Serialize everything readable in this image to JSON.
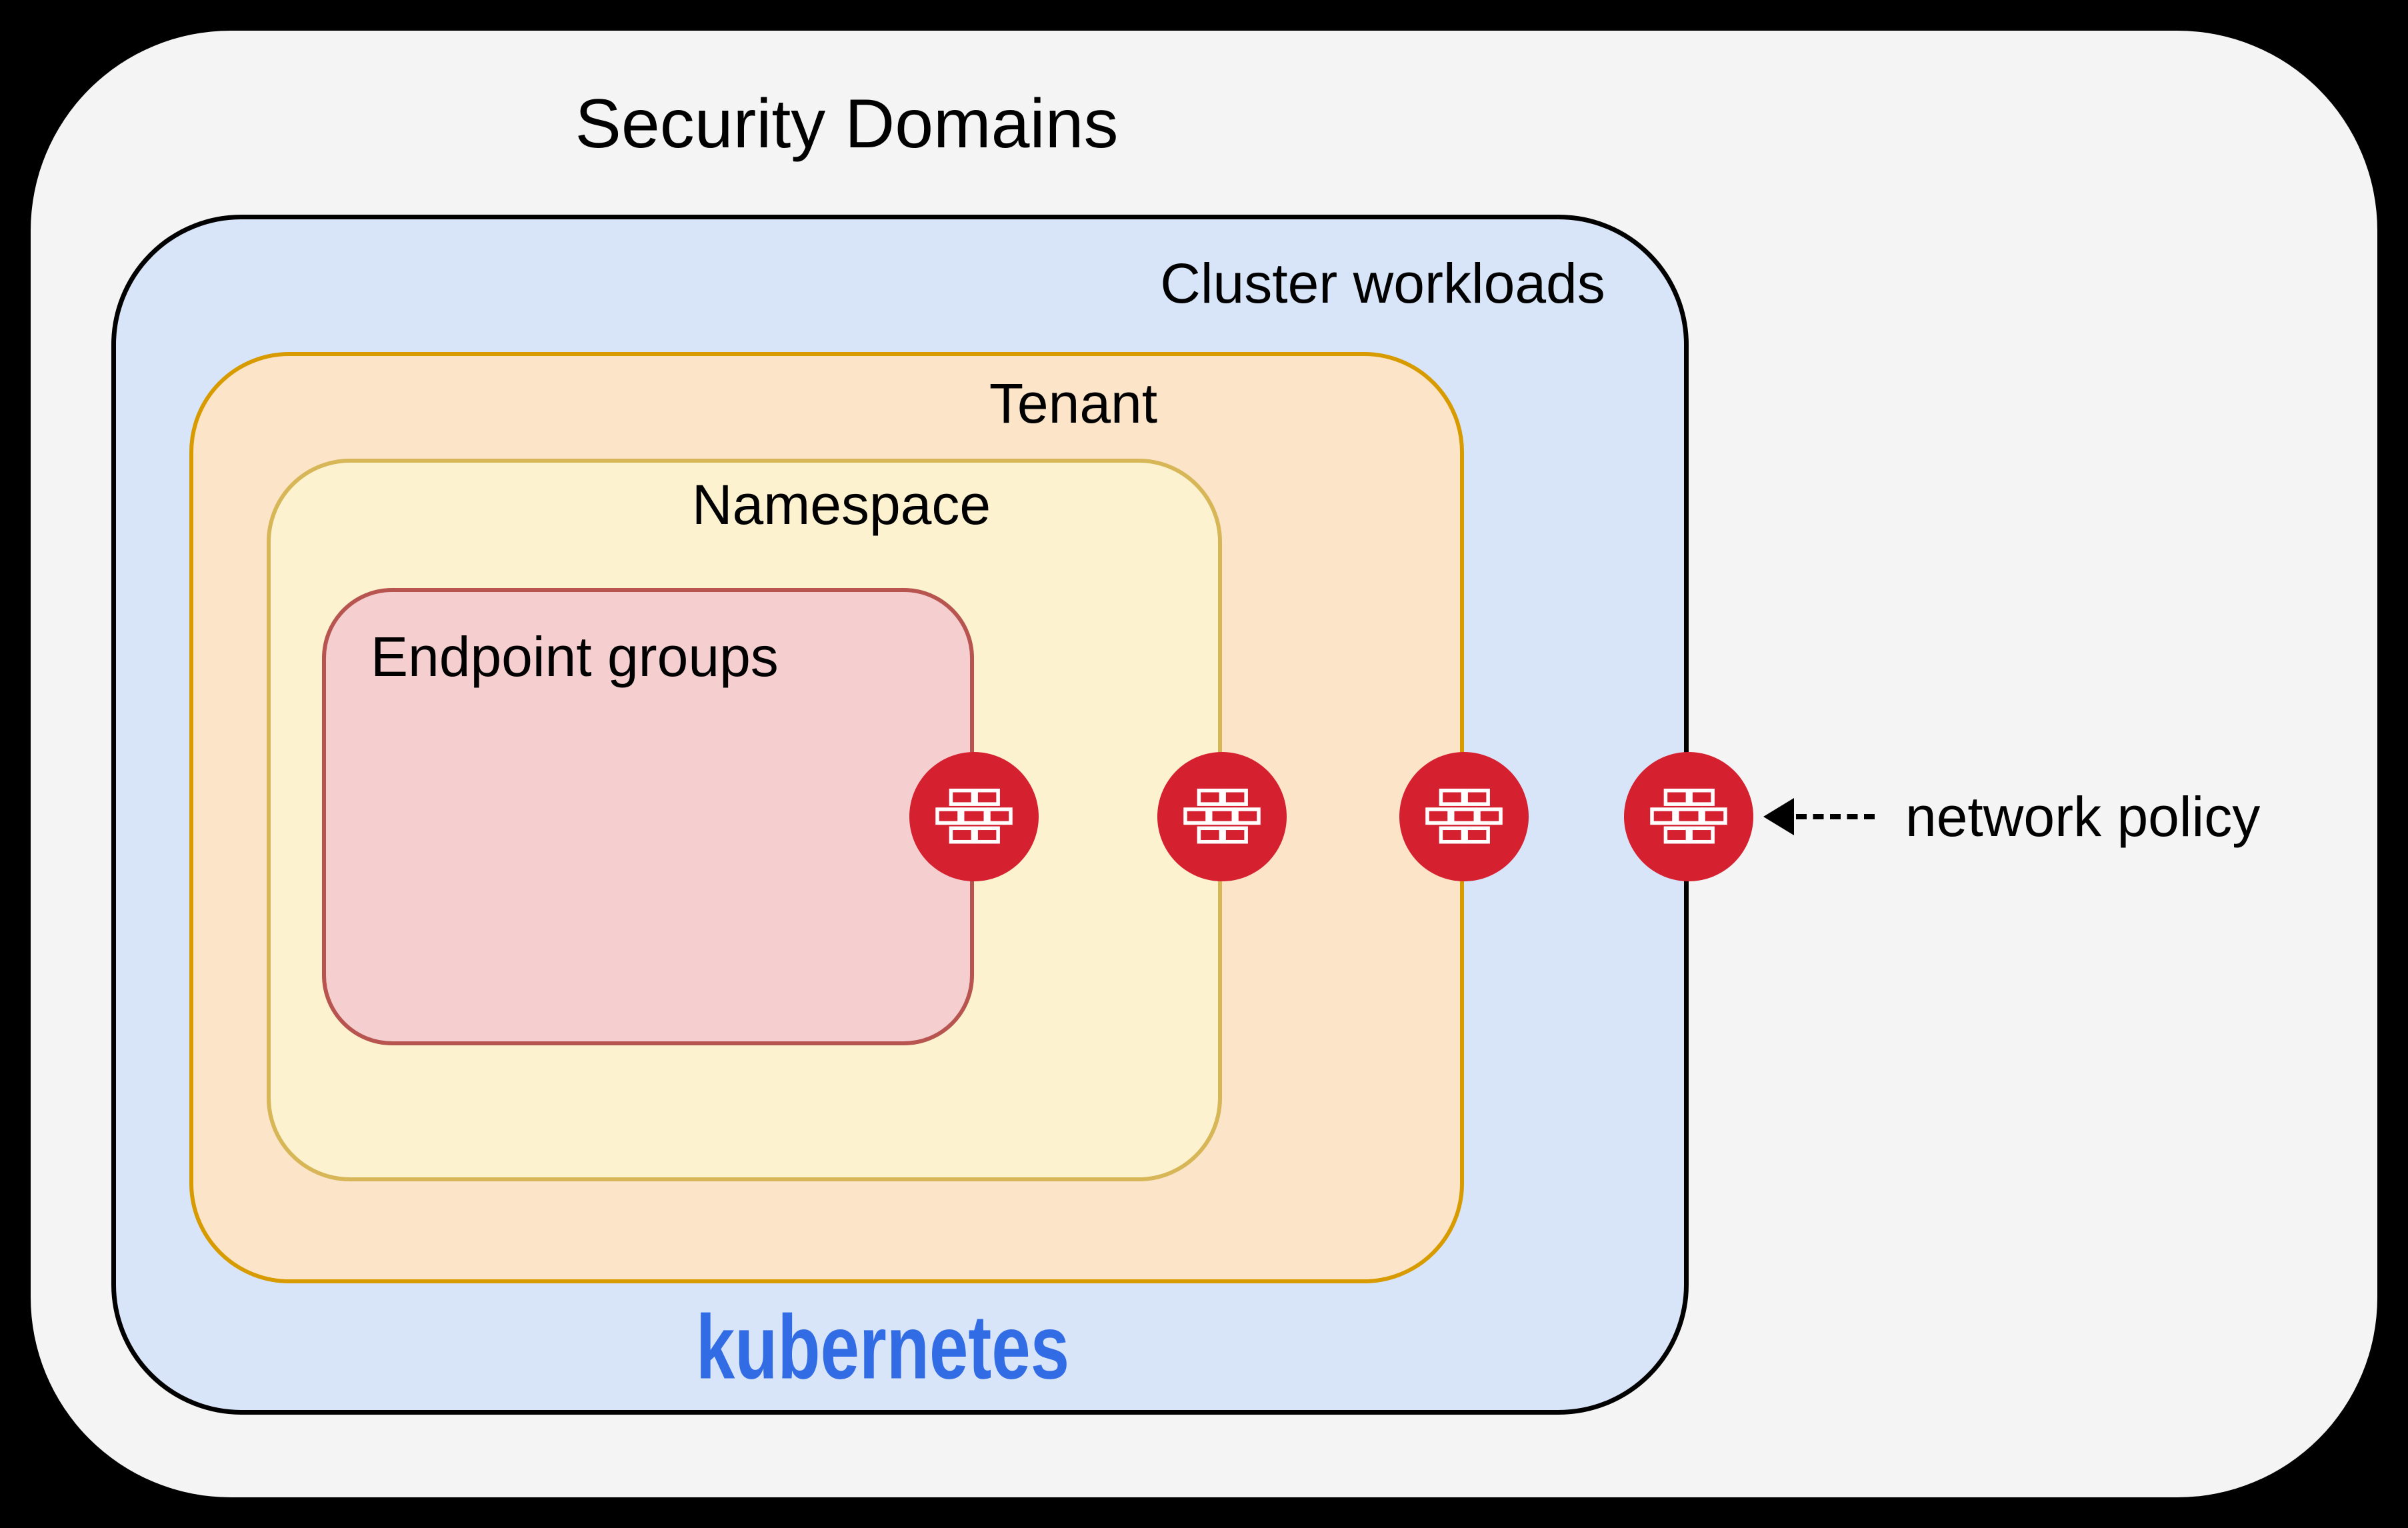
{
  "title": "Security Domains",
  "layers": {
    "cluster": {
      "label": "Cluster workloads",
      "fill": "#d8e4f8",
      "border": "#000000"
    },
    "tenant": {
      "label": "Tenant",
      "fill": "#fce4c8",
      "border": "#d79b00"
    },
    "namespace": {
      "label": "Namespace",
      "fill": "#fdf2cf",
      "border": "#d6b656"
    },
    "endpoint_groups": {
      "label": "Endpoint groups",
      "fill": "#f5ced0",
      "border": "#b85450"
    }
  },
  "branding": {
    "kubernetes_label": "kubernetes",
    "kubernetes_blue": "#326ce5"
  },
  "annotation": {
    "network_policy_label": "network policy",
    "arrow_style": "dashed-left-arrow"
  },
  "firewall": {
    "icon": "firewall-brick-wall-icon",
    "count": 4,
    "red": "#d52030"
  },
  "colors": {
    "canvas": "#000000",
    "outer_bg": "#f4f4f4",
    "text": "#000000"
  }
}
